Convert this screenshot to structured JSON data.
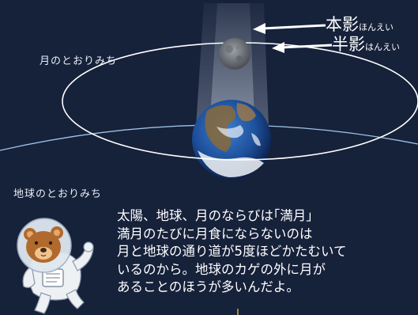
{
  "labels": {
    "umbra": "本影",
    "umbra_reading": "ほんえい",
    "penumbra": "半影",
    "penumbra_reading": "はんえい",
    "moon_orbit": "月のとおりみち",
    "earth_orbit": "地球のとおりみち"
  },
  "caption_lines": [
    "太陽、地球、月のならびは｢満月｣",
    "満月のたびに月食にならないのは",
    "月と地球の通り道が5度ほどかたむいて",
    "いるのから。地球のカゲの外に月が",
    "あることのほうが多いんだよ。"
  ],
  "icons": {
    "earth": "earth-globe",
    "moon": "full-moon",
    "mascot": "bear-astronaut"
  },
  "colors": {
    "background": "#16213a",
    "orbit_line": "#ffffff",
    "earth_orbit_line": "#9fc3e6",
    "shadow_beam": "#b8c4d8",
    "text": "#ffffff"
  }
}
